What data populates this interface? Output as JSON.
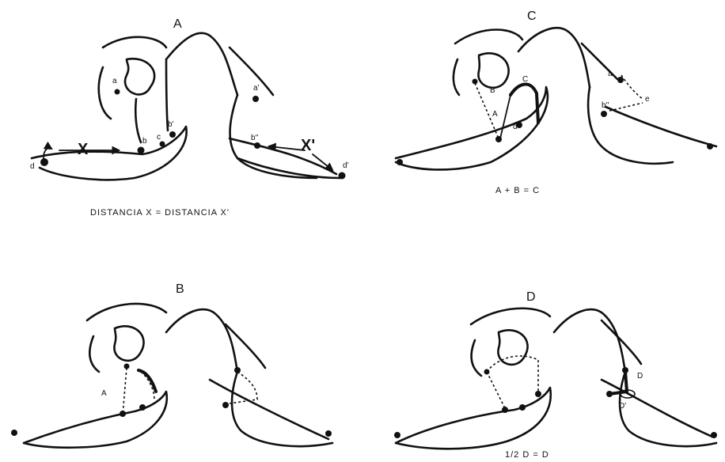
{
  "panels": {
    "A": {
      "title": "A",
      "labels": {
        "a": "a",
        "a_prime": "a'",
        "b": "b",
        "b_prime": "b'",
        "b_dprime": "b''",
        "c": "c",
        "d": "d",
        "d_prime": "d'",
        "x": "X",
        "x_prime": "X'"
      },
      "caption": "DISTANCIA X = DISTANCIA X'"
    },
    "C": {
      "title": "C",
      "labels": {
        "A": "A",
        "B": "B",
        "C": "C",
        "a": "a",
        "b": "b''",
        "e": "e",
        "alpha": "α"
      },
      "caption": "A + B = C"
    },
    "B": {
      "title": "B",
      "labels": {
        "A": "A"
      }
    },
    "D": {
      "title": "D",
      "labels": {
        "D_upper": "D",
        "D_lower": "D'"
      },
      "caption": "1/2 D = D"
    }
  }
}
